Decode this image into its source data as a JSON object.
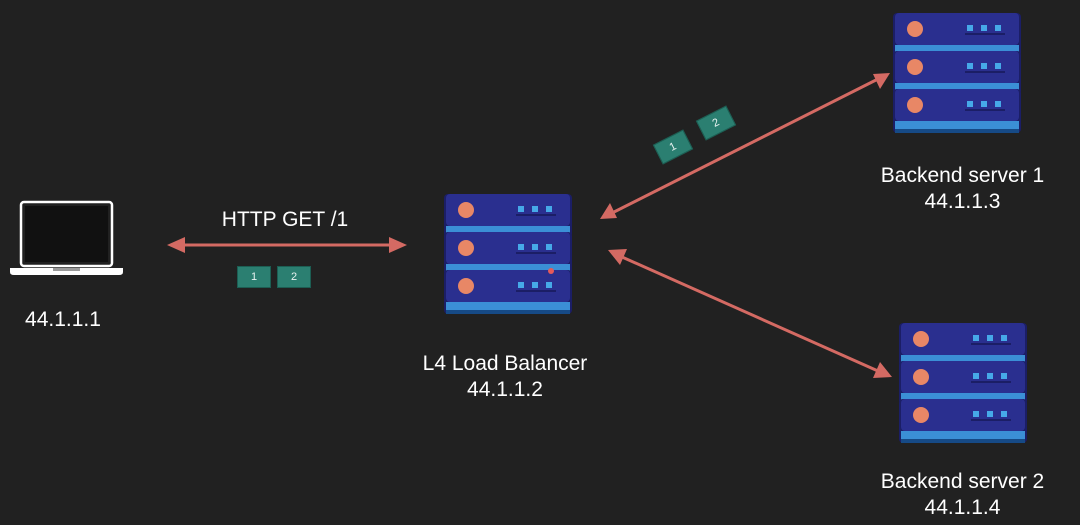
{
  "client": {
    "ip": "44.1.1.1"
  },
  "request": {
    "label": "HTTP GET /1"
  },
  "load_balancer": {
    "name": "L4 Load Balancer",
    "ip": "44.1.1.2"
  },
  "backend1": {
    "name": "Backend server 1",
    "ip": "44.1.1.3"
  },
  "backend2": {
    "name": "Backend server 2",
    "ip": "44.1.1.4"
  },
  "packets_client": [
    "1",
    "2"
  ],
  "packets_backend": [
    "1",
    "2"
  ],
  "colors": {
    "background": "#212121",
    "arrow": "#d46a63",
    "packet": "#2b7f71",
    "server": "#2a2f8f",
    "accent": "#46a9e8"
  },
  "icons": [
    "laptop-icon",
    "server-rack-icon"
  ]
}
